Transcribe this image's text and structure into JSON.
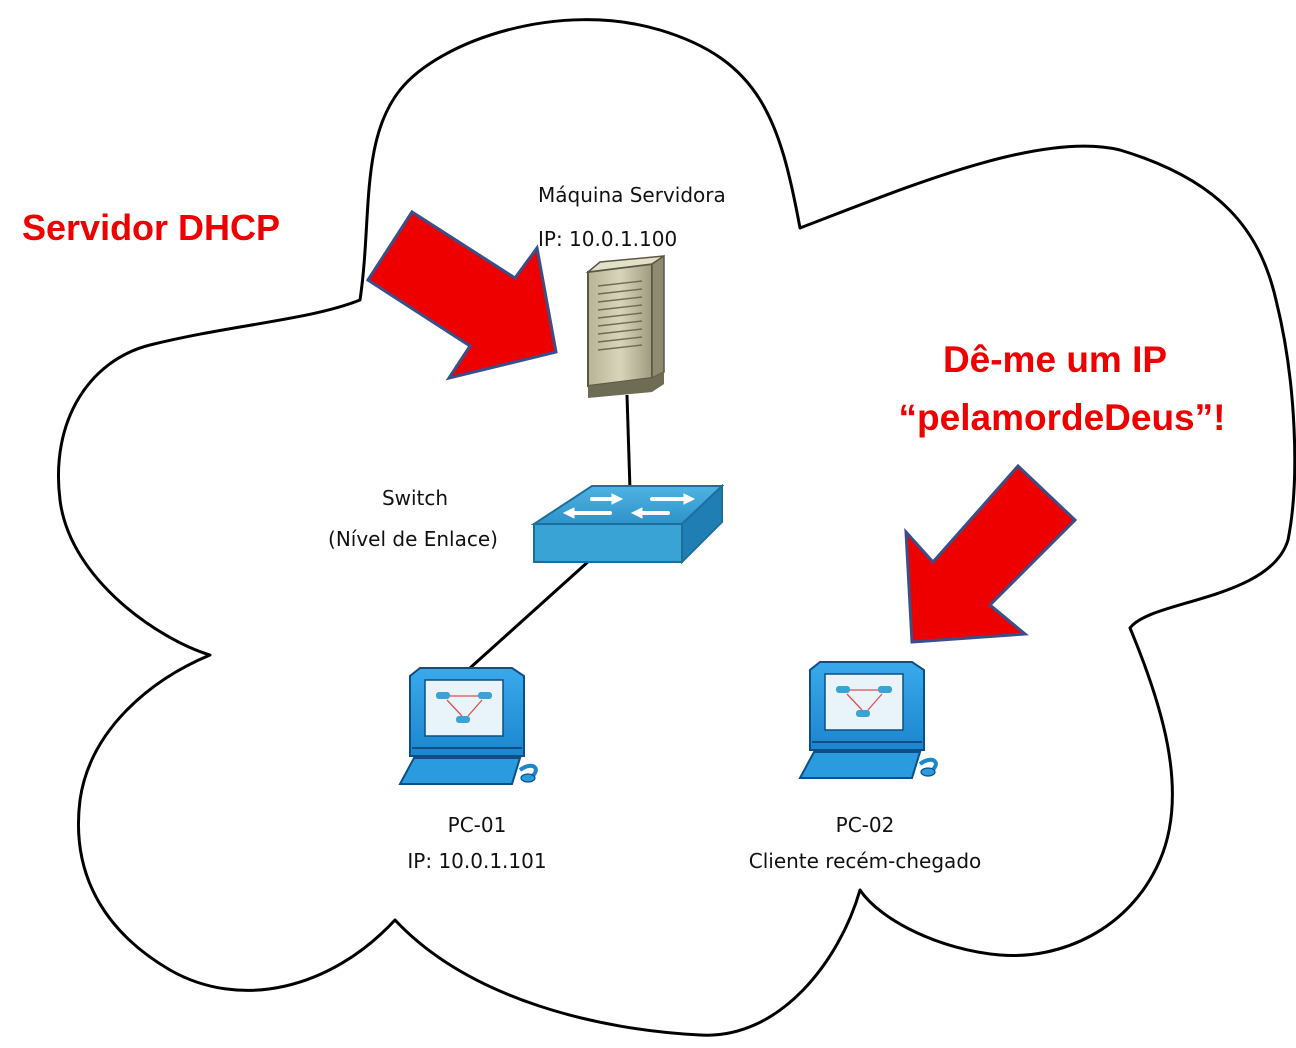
{
  "callouts": {
    "server_label": "Servidor DHCP",
    "request_line1": "Dê-me um IP",
    "request_line2": "“pelamordeDeus”!"
  },
  "server": {
    "name": "Máquina Servidora",
    "ip": "IP: 10.0.1.100"
  },
  "switch": {
    "name": "Switch",
    "layer": "(Nível de Enlace)"
  },
  "pc01": {
    "name": "PC-01",
    "ip": "IP: 10.0.1.101"
  },
  "pc02": {
    "name": "PC-02",
    "status": "Cliente recém-chegado"
  },
  "colors": {
    "callout_text": "#ee0000",
    "arrow_fill": "#ee0000",
    "arrow_stroke": "#3a4f8a",
    "switch_blue": "#3aa3d6",
    "pc_blue": "#2b9be0",
    "server_beige": "#cdc9a8"
  },
  "icons": [
    "cloud-outline",
    "server-tower-icon",
    "network-switch-icon",
    "pc-workstation-icon",
    "red-arrow-icon"
  ]
}
